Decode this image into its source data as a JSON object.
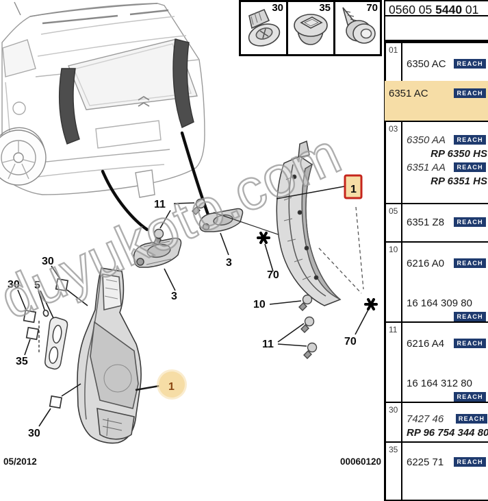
{
  "header": {
    "code": "0560 05 5440 01",
    "code_parts": {
      "prefix": "0560 05 ",
      "bold": "5440",
      "suffix": " 01"
    }
  },
  "fastener_legend": [
    {
      "ref": "30",
      "icon": "push-rivet-icon"
    },
    {
      "ref": "35",
      "icon": "grommet-icon"
    },
    {
      "ref": "70",
      "icon": "screw-icon"
    }
  ],
  "diagram_callouts": [
    {
      "id": "bulbs-upper",
      "text": "11"
    },
    {
      "id": "lamp3-left",
      "text": "3"
    },
    {
      "id": "lamp3-right",
      "text": "3"
    },
    {
      "id": "star-upper",
      "text": "70"
    },
    {
      "id": "bulb-mid",
      "text": "10"
    },
    {
      "id": "bulbs-lower",
      "text": "11"
    },
    {
      "id": "star-lower",
      "text": "70"
    },
    {
      "id": "clip-top",
      "text": "30"
    },
    {
      "id": "clip-left",
      "text": "30"
    },
    {
      "id": "grommet",
      "text": "5"
    },
    {
      "id": "seal",
      "text": "35"
    },
    {
      "id": "clip-bottom",
      "text": "30"
    },
    {
      "id": "main-lamp",
      "text": "1"
    },
    {
      "id": "bracket-selected",
      "text": "1"
    }
  ],
  "parts_table": {
    "reach_label": "REACH",
    "rows": [
      {
        "ref": "01",
        "lines": [
          {
            "type": "code",
            "text": "6350 AC",
            "reach": true
          },
          {
            "type": "code",
            "text": "6351 AC",
            "reach": true,
            "highlighted": true
          }
        ]
      },
      {
        "ref": "03",
        "lines": [
          {
            "type": "code-italic",
            "text": "6350 AA",
            "reach": true
          },
          {
            "type": "rp",
            "text": "RP 6350 HS"
          },
          {
            "type": "code-italic",
            "text": "6351 AA",
            "reach": true
          },
          {
            "type": "rp",
            "text": "RP 6351 HS"
          }
        ]
      },
      {
        "ref": "05",
        "lines": [
          {
            "type": "code",
            "text": "6351 Z8",
            "reach": true
          }
        ]
      },
      {
        "ref": "10",
        "lines": [
          {
            "type": "code",
            "text": "6216 A0",
            "reach": true
          },
          {
            "type": "code",
            "text": "16 164 309 80",
            "reach": "below",
            "gap": true
          }
        ]
      },
      {
        "ref": "11",
        "lines": [
          {
            "type": "code",
            "text": "6216 A4",
            "reach": true
          },
          {
            "type": "code",
            "text": "16 164 312 80",
            "reach": "below",
            "gap": true
          }
        ]
      },
      {
        "ref": "30",
        "lines": [
          {
            "type": "code-italic",
            "text": "7427 46",
            "reach": true
          },
          {
            "type": "rp",
            "text": "RP 96 754 344 80"
          }
        ]
      },
      {
        "ref": "35",
        "lines": [
          {
            "type": "code",
            "text": "6225 71",
            "reach": true
          }
        ]
      }
    ]
  },
  "footer": {
    "date": "05/2012",
    "doc_number": "00060120"
  },
  "watermark": {
    "text": "duyukoto.com"
  },
  "colors": {
    "highlight": "#f6dda6",
    "reach_badge": "#1e3a6e",
    "red_box": "#c5251c",
    "callout_accent": "#8a4712"
  }
}
